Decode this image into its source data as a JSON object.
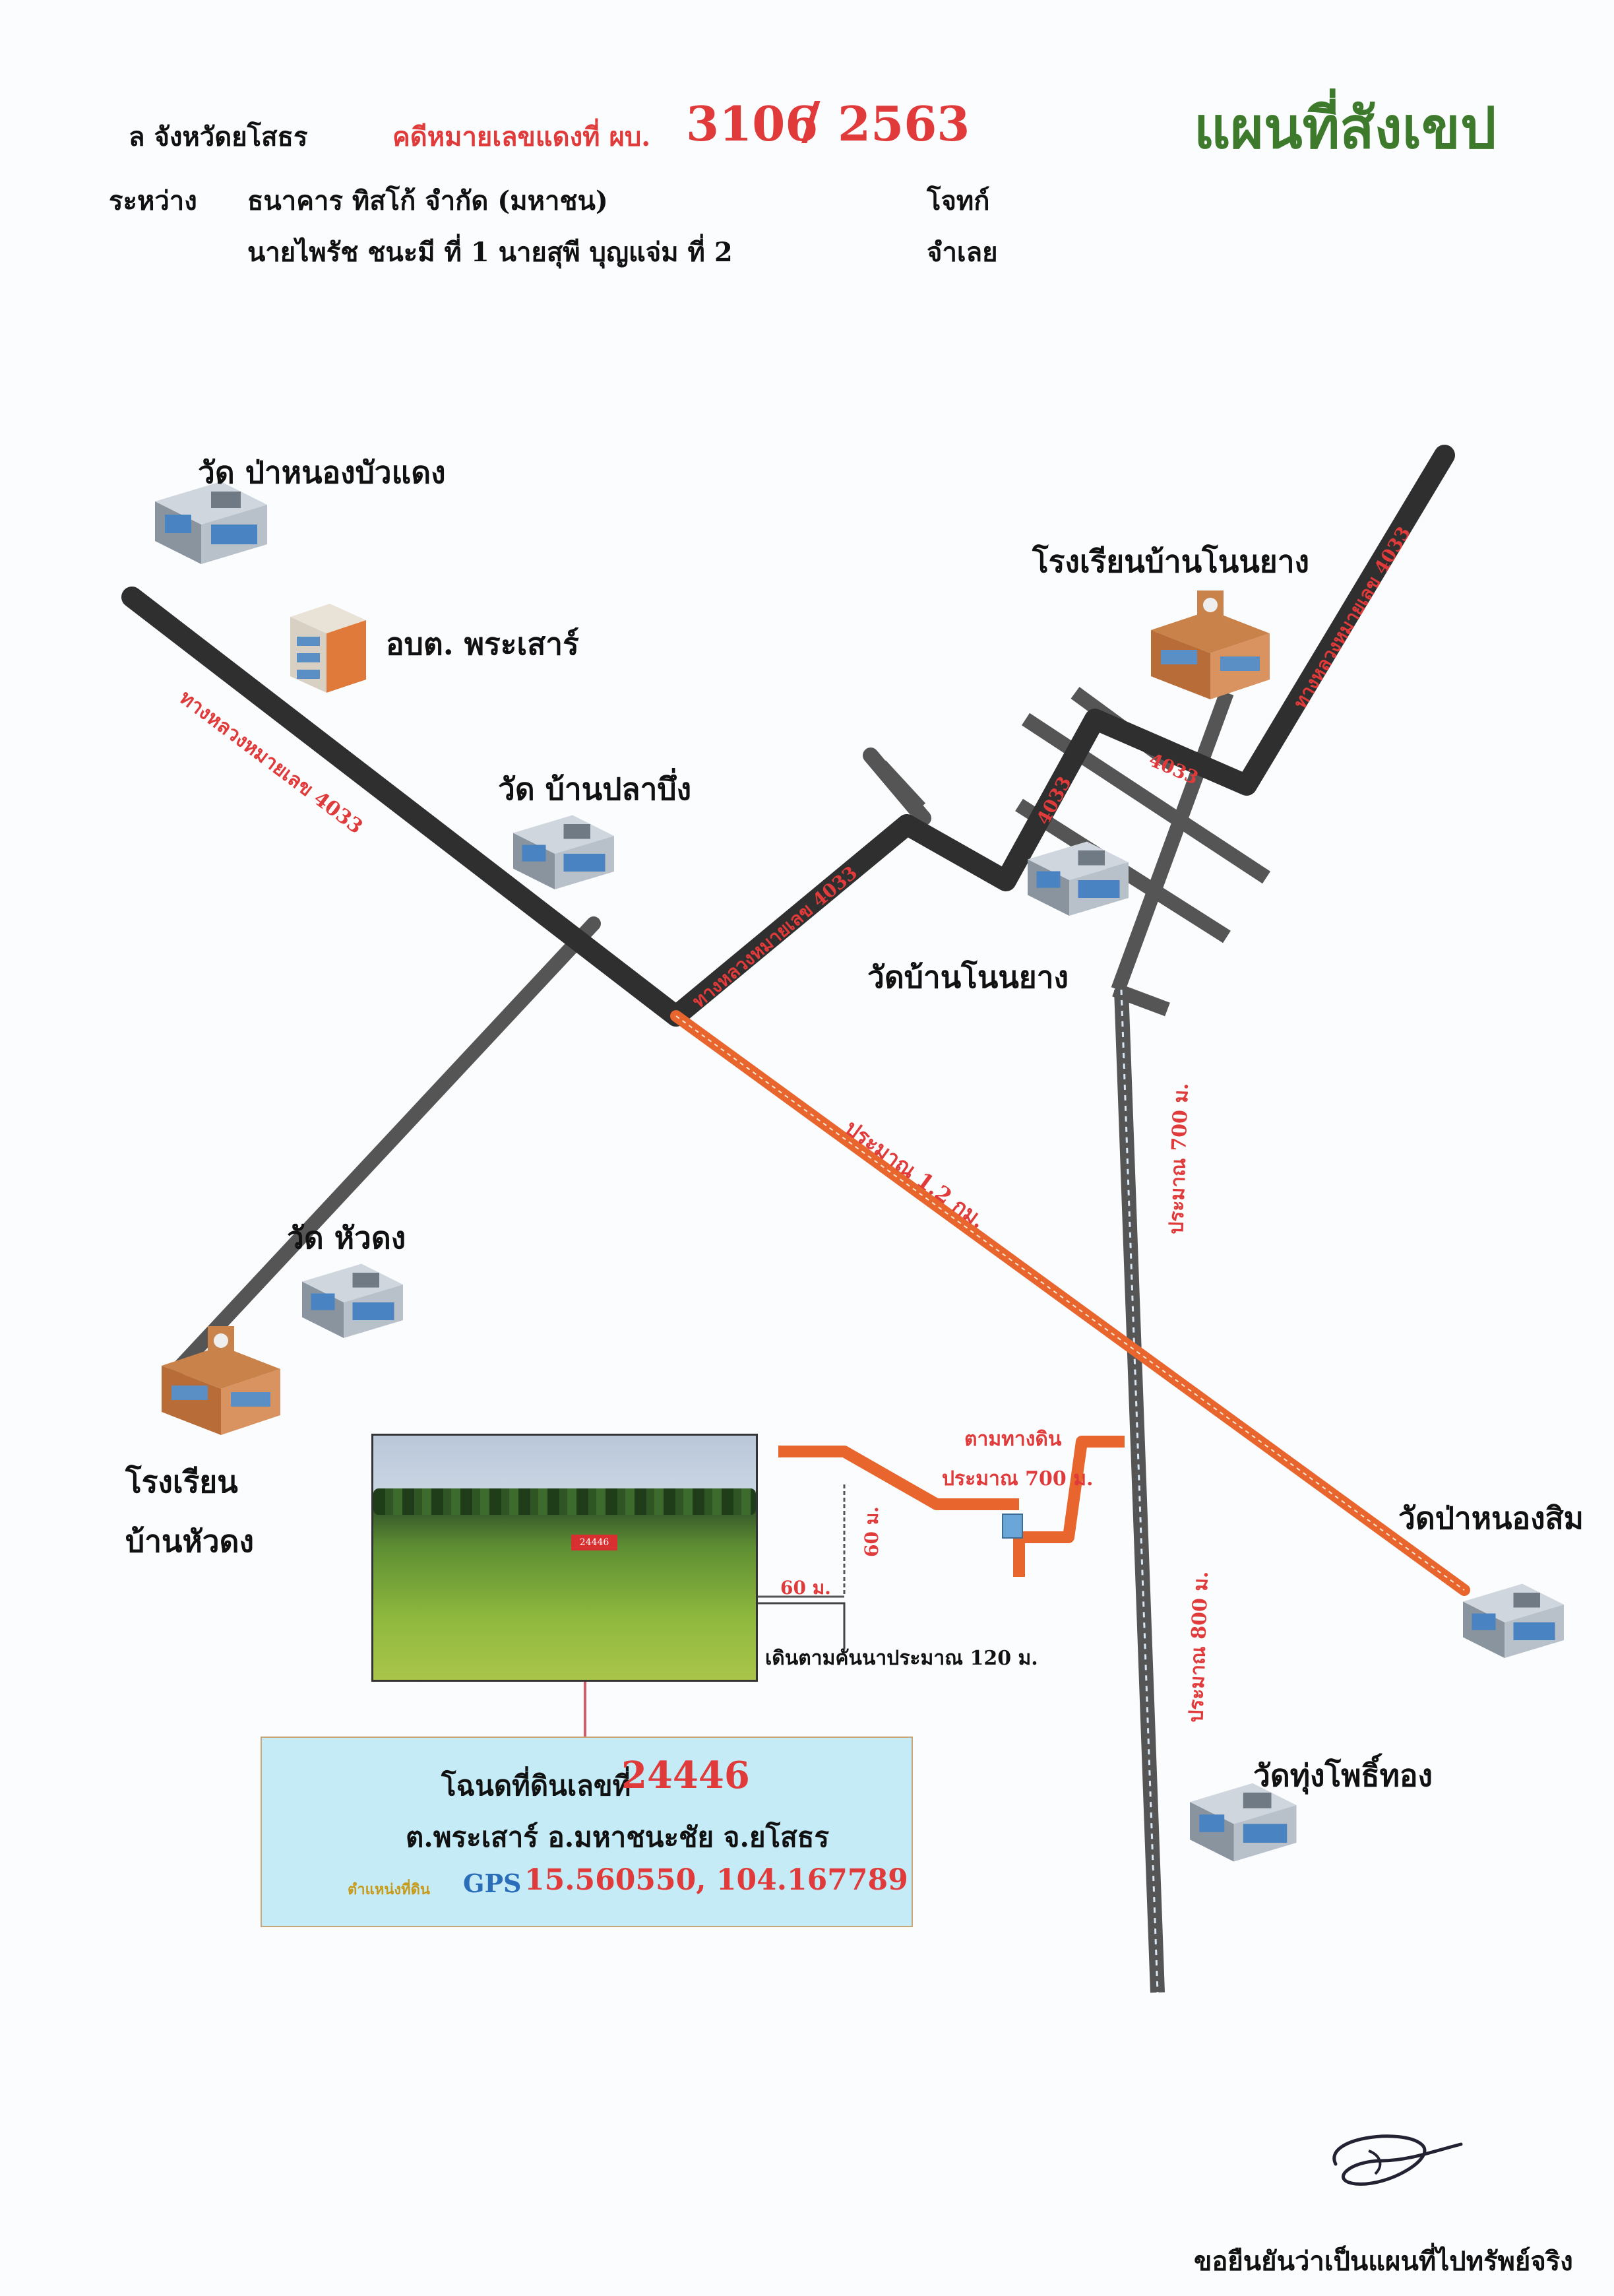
{
  "header": {
    "court_fragment": "ล จังหวัดยโสธร",
    "case_label": "คดีหมายเลขแดงที่ ผบ.",
    "case_no": "3106",
    "slash": "/",
    "case_year": "2563",
    "between_label": "ระหว่าง",
    "plaintiff": "ธนาคาร ทิสโก้ จำกัด (มหาชน)",
    "plaintiff_role": "โจทก์",
    "defendants": "นายไพรัช  ชนะมี  ที่ 1  นายสุพี  บุญแจ่ม  ที่ 2",
    "defendant_role": "จำเลย",
    "map_title": "แผนที่สังเขป"
  },
  "places": {
    "wat_pa_nong_bua_daeng": "วัด ป่าหนองบัวแดง",
    "obt_phra_sao": "อบต. พระเสาร์",
    "wat_ban_pla_bueng": "วัด บ้านปลาบึ่ง",
    "school_ban_non_yang": "โรงเรียนบ้านโนนยาง",
    "wat_ban_non_yang": "วัดบ้านโนนยาง",
    "wat_hua_dong": "วัด หัวดง",
    "school_ban_hua_dong_l1": "โรงเรียน",
    "school_ban_hua_dong_l2": "บ้านหัวดง",
    "wat_pa_nong_sim": "วัดป่าหนองสิม",
    "wat_thung_pho_thong": "วัดทุ่งโพธิ์ทอง"
  },
  "roads": {
    "highway_4033": "ทางหลวงหมายเลข 4033",
    "highway_4033_short": "ทางหลวงหมายเลข 4033",
    "route_no": "4033",
    "approx_1_2km": "ประมาณ 1.2 กม.",
    "approx_700m_v": "ประมาณ 700 ม.",
    "approx_800m": "ประมาณ 800 ม.",
    "dirt_road": "ตามทางดิน",
    "approx_700m": "ประมาณ 700 ม.",
    "dist_60m_v": "60 ม.",
    "dist_60m_h": "60 ม.",
    "walk_120m": "เดินตามคันนาประมาณ 120 ม."
  },
  "parcel": {
    "deed_label": "โฉนดที่ดินเลขที่",
    "deed_no": "24446",
    "location": "ต.พระเสาร์  อ.มหาชนะชัย  จ.ยโสธร",
    "gps_label": "ตำแหน่งที่ดิน",
    "gps_prefix": "GPS",
    "gps_value": "15.560550,  104.167789"
  },
  "footer": {
    "certify": "ขอยืนยันว่าเป็นแผนที่ไปทรัพย์จริง"
  },
  "colors": {
    "highway": "#2f2f2f",
    "side_road": "#555555",
    "route_orange": "#e8652e",
    "gray_road": "#4a4a4a",
    "info_box": "#c4ebf6"
  }
}
